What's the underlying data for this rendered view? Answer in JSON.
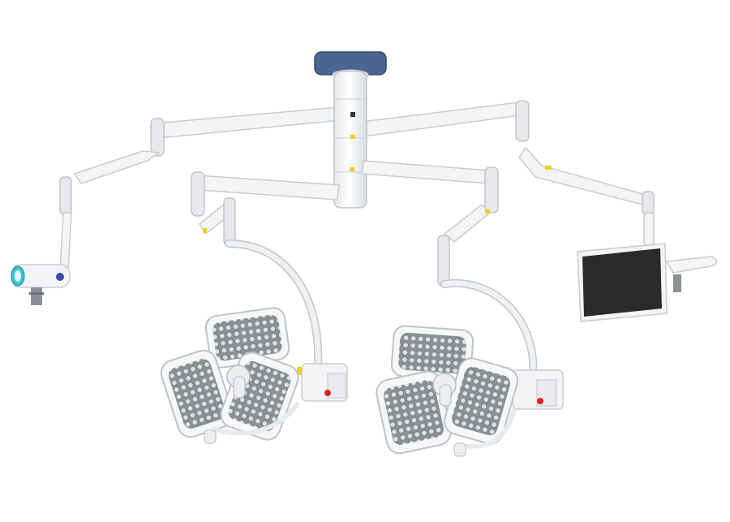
{
  "scene": {
    "background": "#ffffff",
    "ceiling_mount_color": "#4a6592",
    "accent_color": "#f2cf1d",
    "body_color": "#f3f4f6",
    "lamp_panel_color": "#8a8f96",
    "camera_ring_color": "#35c6d6",
    "monitor_screen_color": "#2a2a2a",
    "control_button_color": "#e02020"
  },
  "components": [
    "ceiling-mount",
    "center-column",
    "upper-arm-left",
    "upper-arm-right",
    "lower-arm-left",
    "lower-arm-right",
    "camera",
    "surgical-light-left",
    "surgical-light-right",
    "monitor"
  ]
}
